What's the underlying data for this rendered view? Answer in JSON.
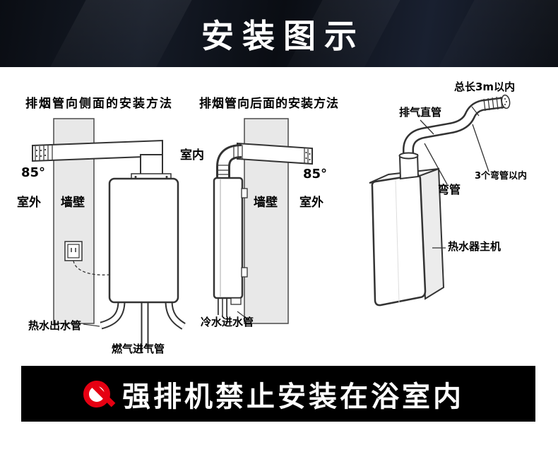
{
  "header": {
    "title": "安装图示"
  },
  "diagrams": {
    "side": {
      "title": "排烟管向侧面的安装方法",
      "angle": "85°",
      "outdoor": "室外",
      "wall": "墙壁",
      "hot_water_pipe": "热水出水管",
      "gas_pipe": "燃气进气管"
    },
    "rear": {
      "title": "排烟管向后面的安装方法",
      "indoor": "室内",
      "wall": "墙壁",
      "outdoor": "室外",
      "angle": "85°",
      "cold_water_pipe": "冷水进水管"
    },
    "unit": {
      "total_length": "总长3m以内",
      "straight_pipe": "排气直管",
      "max_bends": "3个弯管以内",
      "bend_pipe": "弯管",
      "main_unit": "热水器主机"
    }
  },
  "warning": {
    "text": "强排机禁止安装在浴室内"
  },
  "colors": {
    "header_bg": "#0d1117",
    "warning_bg": "#000000",
    "prohibition_red": "#e60012",
    "wall_fill": "#e8e8e8",
    "line": "#333333"
  }
}
